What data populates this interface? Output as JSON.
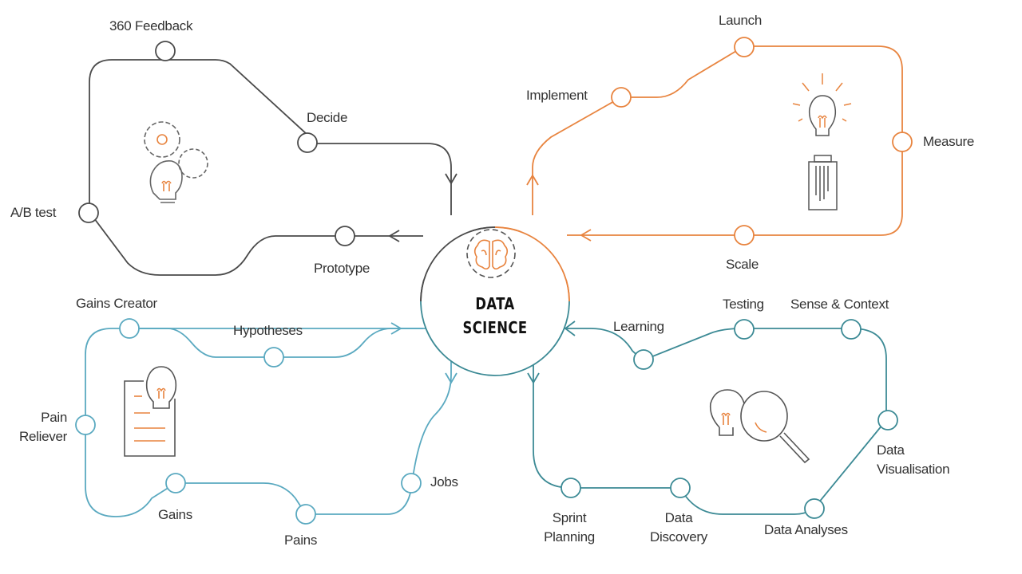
{
  "center": {
    "title_line1": "DATA",
    "title_line2": "SCIENCE",
    "icon": "brain-gear-icon"
  },
  "colors": {
    "gray": "#4a4a4a",
    "orange": "#e8843f",
    "light_blue": "#5aa9c0",
    "teal": "#3c8a95",
    "text": "#333333"
  },
  "loops": {
    "top_left": {
      "color": "gray",
      "icon": "gears-lightbulb-icon",
      "nodes": [
        "360 Feedback",
        "Decide",
        "A/B test",
        "Prototype"
      ]
    },
    "top_right": {
      "color": "orange",
      "icon": "lightbulb-battery-icon",
      "nodes": [
        "Launch",
        "Implement",
        "Measure",
        "Scale"
      ]
    },
    "bottom_left": {
      "color": "light_blue",
      "icon": "document-lightbulb-icon",
      "nodes": [
        "Gains Creator",
        "Hypotheses",
        "Pain\nReliever",
        "Gains",
        "Pains",
        "Jobs"
      ]
    },
    "bottom_right": {
      "color": "teal",
      "icon": "lightbulb-magnifier-icon",
      "nodes": [
        "Learning",
        "Testing",
        "Sense & Context",
        "Data\nVisualisation",
        "Data Analyses",
        "Data\nDiscovery",
        "Sprint\nPlanning"
      ]
    }
  }
}
